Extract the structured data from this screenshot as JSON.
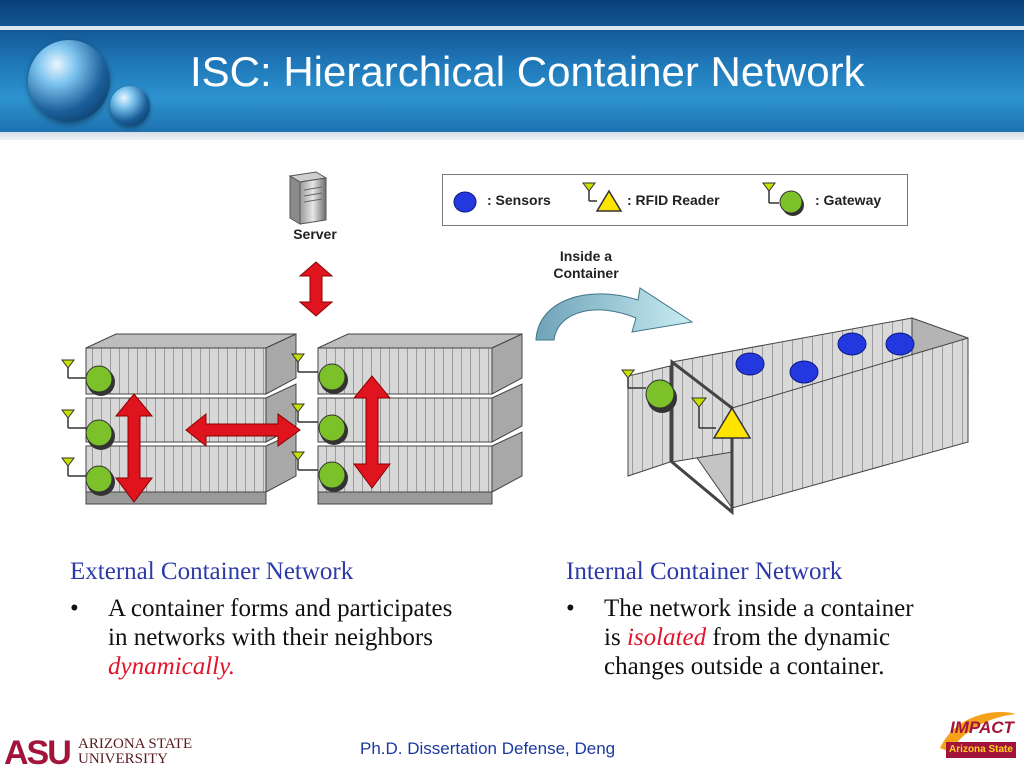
{
  "slide": {
    "title": "ISC: Hierarchical Container Network"
  },
  "legend": {
    "sensors": ": Sensors",
    "rfid_reader": ": RFID Reader",
    "gateway": ": Gateway"
  },
  "diagram": {
    "server_label": "Server",
    "inside_label": "Inside a\nContainer"
  },
  "left_column": {
    "heading": "External Container Network",
    "bullet_symbol": "•",
    "bullet_line1": "A container forms and participates",
    "bullet_line2": "in networks with their neighbors",
    "bullet_emphasis": "dynamically."
  },
  "right_column": {
    "heading": "Internal Container Network",
    "bullet_symbol": "•",
    "bullet_line1": "The network inside a container",
    "bullet_line2_pre": "is ",
    "bullet_emphasis": "isolated",
    "bullet_line2_post": " from the dynamic",
    "bullet_line3": "changes outside a container."
  },
  "footer": {
    "text": "Ph.D. Dissertation Defense, Deng",
    "asu_mark": "ASU",
    "asu_line1": "ARIZONA STATE",
    "asu_line2": "UNIVERSITY",
    "impact_word": "IMPACT",
    "impact_sub": "Arizona State"
  },
  "colors": {
    "header_blue": "#1f77b8",
    "heading_blue": "#2b3aa8",
    "emphasis_red": "#e0142a",
    "sensor_blue": "#2438e0",
    "gateway_green": "#7cc12a",
    "reader_yellow": "#ffe400",
    "arrow_red": "#e0141e"
  }
}
